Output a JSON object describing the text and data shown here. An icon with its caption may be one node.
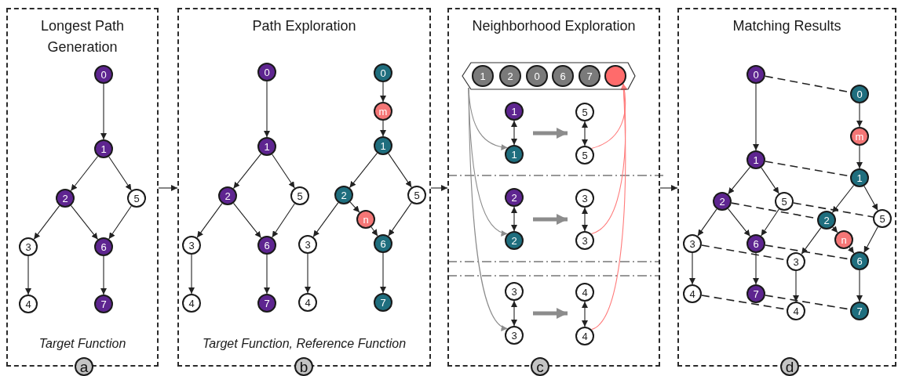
{
  "diagram": {
    "nodes": [
      {
        "text": [
          "Longest Path Generation",
          "Target Function"
        ]
      },
      {
        "text": [
          "0"
        ],
        "in": 0
      },
      {
        "text": [
          "1"
        ],
        "in": 0
      },
      {
        "text": [
          "2"
        ],
        "in": 0
      },
      {
        "text": [
          "5"
        ],
        "in": 0
      },
      {
        "text": [
          "3"
        ],
        "in": 0
      },
      {
        "text": [
          "6"
        ],
        "in": 0
      },
      {
        "text": [
          "4"
        ],
        "in": 0
      },
      {
        "text": [
          "7"
        ],
        "in": 0
      },
      {
        "text": [
          "a"
        ]
      },
      {
        "text": [
          "Path Exploration",
          "Target Function, Reference Function"
        ]
      },
      {
        "text": [
          "0"
        ],
        "in": 10
      },
      {
        "text": [
          "1"
        ],
        "in": 10
      },
      {
        "text": [
          "2"
        ],
        "in": 10
      },
      {
        "text": [
          "5"
        ],
        "in": 10
      },
      {
        "text": [
          "3"
        ],
        "in": 10
      },
      {
        "text": [
          "6"
        ],
        "in": 10
      },
      {
        "text": [
          "4"
        ],
        "in": 10
      },
      {
        "text": [
          "7"
        ],
        "in": 10
      },
      {
        "text": [
          "0"
        ],
        "in": 10
      },
      {
        "text": [
          "m"
        ],
        "in": 10
      },
      {
        "text": [
          "1"
        ],
        "in": 10
      },
      {
        "text": [
          "2"
        ],
        "in": 10
      },
      {
        "text": [
          "5"
        ],
        "in": 10
      },
      {
        "text": [
          "n"
        ],
        "in": 10
      },
      {
        "text": [
          "3"
        ],
        "in": 10
      },
      {
        "text": [
          "6"
        ],
        "in": 10
      },
      {
        "text": [
          "4"
        ],
        "in": 10
      },
      {
        "text": [
          "7"
        ],
        "in": 10
      },
      {
        "text": [
          "b"
        ]
      },
      {
        "text": [
          "Neighborhood Exploration"
        ]
      },
      {
        "text": [],
        "shape": "hexagon",
        "in": 30
      },
      {
        "text": [
          "1"
        ],
        "in": 31
      },
      {
        "text": [
          "2"
        ],
        "in": 31
      },
      {
        "text": [
          "0"
        ],
        "in": 31
      },
      {
        "text": [
          "6"
        ],
        "in": 31
      },
      {
        "text": [
          "7"
        ],
        "in": 31
      },
      {
        "text": [],
        "shape": "circle",
        "in": 31
      },
      {
        "text": [
          "1"
        ],
        "in": 30
      },
      {
        "text": [
          "1"
        ],
        "in": 30
      },
      {
        "text": [
          "5"
        ],
        "in": 30
      },
      {
        "text": [
          "5"
        ],
        "in": 30
      },
      {
        "text": [
          "2"
        ],
        "in": 30
      },
      {
        "text": [
          "2"
        ],
        "in": 30
      },
      {
        "text": [
          "3"
        ],
        "in": 30
      },
      {
        "text": [
          "3"
        ],
        "in": 30
      },
      {
        "text": [
          "3"
        ],
        "in": 30
      },
      {
        "text": [
          "3"
        ],
        "in": 30
      },
      {
        "text": [
          "4"
        ],
        "in": 30
      },
      {
        "text": [
          "4"
        ],
        "in": 30
      },
      {
        "text": [
          "c"
        ]
      },
      {
        "text": [
          "Matching Results"
        ]
      },
      {
        "text": [
          "0"
        ],
        "in": 51
      },
      {
        "text": [
          "1"
        ],
        "in": 51
      },
      {
        "text": [
          "2"
        ],
        "in": 51
      },
      {
        "text": [
          "5"
        ],
        "in": 51
      },
      {
        "text": [
          "3"
        ],
        "in": 51
      },
      {
        "text": [
          "6"
        ],
        "in": 51
      },
      {
        "text": [
          "4"
        ],
        "in": 51
      },
      {
        "text": [
          "7"
        ],
        "in": 51
      },
      {
        "text": [
          "0"
        ],
        "in": 51
      },
      {
        "text": [
          "m"
        ],
        "in": 51
      },
      {
        "text": [
          "1"
        ],
        "in": 51
      },
      {
        "text": [
          "2"
        ],
        "in": 51
      },
      {
        "text": [
          "5"
        ],
        "in": 51
      },
      {
        "text": [
          "n"
        ],
        "in": 51
      },
      {
        "text": [
          "3"
        ],
        "in": 51
      },
      {
        "text": [
          "6"
        ],
        "in": 51
      },
      {
        "text": [
          "4"
        ],
        "in": 51
      },
      {
        "text": [
          "7"
        ],
        "in": 51
      },
      {
        "text": [
          "d"
        ]
      }
    ],
    "edges": [
      {
        "from": 1,
        "to": 2,
        "arrow": "to"
      },
      {
        "from": 2,
        "to": 3,
        "arrow": "to"
      },
      {
        "from": 2,
        "to": 4,
        "arrow": "to"
      },
      {
        "from": 3,
        "to": 5,
        "arrow": "to"
      },
      {
        "from": 3,
        "to": 6,
        "arrow": "to"
      },
      {
        "from": 4,
        "to": 6,
        "arrow": "to"
      },
      {
        "from": 5,
        "to": 7,
        "arrow": "to"
      },
      {
        "from": 6,
        "to": 8,
        "arrow": "to"
      },
      {
        "from": 11,
        "to": 12,
        "arrow": "to"
      },
      {
        "from": 12,
        "to": 13,
        "arrow": "to"
      },
      {
        "from": 12,
        "to": 14,
        "arrow": "to"
      },
      {
        "from": 13,
        "to": 15,
        "arrow": "to"
      },
      {
        "from": 13,
        "to": 16,
        "arrow": "to"
      },
      {
        "from": 14,
        "to": 16,
        "arrow": "to"
      },
      {
        "from": 15,
        "to": 17,
        "arrow": "to"
      },
      {
        "from": 16,
        "to": 18,
        "arrow": "to"
      },
      {
        "from": 19,
        "to": 20,
        "arrow": "to"
      },
      {
        "from": 20,
        "to": 21,
        "arrow": "to"
      },
      {
        "from": 21,
        "to": 22,
        "arrow": "to"
      },
      {
        "from": 21,
        "to": 23,
        "arrow": "to"
      },
      {
        "from": 22,
        "to": 24,
        "arrow": "to"
      },
      {
        "from": 24,
        "to": 26,
        "arrow": "to"
      },
      {
        "from": 23,
        "to": 26,
        "arrow": "to"
      },
      {
        "from": 22,
        "to": 25,
        "arrow": "to"
      },
      {
        "from": 25,
        "to": 27,
        "arrow": "to"
      },
      {
        "from": 26,
        "to": 28,
        "arrow": "to"
      },
      {
        "from": 38,
        "to": 39,
        "arrow": "both"
      },
      {
        "from": 40,
        "to": 41,
        "arrow": "both"
      },
      {
        "from": 42,
        "to": 43,
        "arrow": "both"
      },
      {
        "from": 44,
        "to": 45,
        "arrow": "both"
      },
      {
        "from": 46,
        "to": 47,
        "arrow": "both"
      },
      {
        "from": 48,
        "to": 49,
        "arrow": "both"
      },
      {
        "from": 38,
        "to": 40,
        "arrow": "to",
        "style": "thick",
        "color": "#8c8c8c"
      },
      {
        "from": 42,
        "to": 44,
        "arrow": "to",
        "style": "thick",
        "color": "#8c8c8c"
      },
      {
        "from": 46,
        "to": 48,
        "arrow": "to",
        "style": "thick",
        "color": "#8c8c8c"
      },
      {
        "from": 31,
        "to": 39,
        "arrow": "to",
        "color": "#8c8c8c"
      },
      {
        "from": 31,
        "to": 43,
        "arrow": "to",
        "color": "#8c8c8c"
      },
      {
        "from": 31,
        "to": 47,
        "arrow": "to",
        "color": "#8c8c8c"
      },
      {
        "from": 41,
        "to": 37,
        "arrow": "to",
        "color": "#ff7b7b"
      },
      {
        "from": 45,
        "to": 37,
        "arrow": "to",
        "color": "#ff7b7b"
      },
      {
        "from": 49,
        "to": 37,
        "arrow": "to",
        "color": "#ff7b7b"
      },
      {
        "from": 52,
        "to": 53,
        "arrow": "to"
      },
      {
        "from": 53,
        "to": 54,
        "arrow": "to"
      },
      {
        "from": 53,
        "to": 55,
        "arrow": "to"
      },
      {
        "from": 54,
        "to": 56,
        "arrow": "to"
      },
      {
        "from": 54,
        "to": 57,
        "arrow": "to"
      },
      {
        "from": 55,
        "to": 57,
        "arrow": "to"
      },
      {
        "from": 56,
        "to": 58,
        "arrow": "to"
      },
      {
        "from": 57,
        "to": 59,
        "arrow": "to"
      },
      {
        "from": 60,
        "to": 61,
        "arrow": "to"
      },
      {
        "from": 61,
        "to": 62,
        "arrow": "to"
      },
      {
        "from": 62,
        "to": 63,
        "arrow": "to"
      },
      {
        "from": 62,
        "to": 64,
        "arrow": "to"
      },
      {
        "from": 63,
        "to": 65,
        "arrow": "to"
      },
      {
        "from": 65,
        "to": 67,
        "arrow": "to"
      },
      {
        "from": 64,
        "to": 67,
        "arrow": "to"
      },
      {
        "from": 63,
        "to": 66,
        "arrow": "to"
      },
      {
        "from": 66,
        "to": 68,
        "arrow": "to"
      },
      {
        "from": 67,
        "to": 69,
        "arrow": "to"
      },
      {
        "from": 52,
        "to": 60,
        "arrow": "none",
        "style": "dashed"
      },
      {
        "from": 53,
        "to": 62,
        "arrow": "none",
        "style": "dashed"
      },
      {
        "from": 54,
        "to": 63,
        "arrow": "none",
        "style": "dashed"
      },
      {
        "from": 55,
        "to": 64,
        "arrow": "none",
        "style": "dashed"
      },
      {
        "from": 56,
        "to": 66,
        "arrow": "none",
        "style": "dashed"
      },
      {
        "from": 57,
        "to": 67,
        "arrow": "none",
        "style": "dashed"
      },
      {
        "from": 58,
        "to": 68,
        "arrow": "none",
        "style": "dashed"
      },
      {
        "from": 59,
        "to": 69,
        "arrow": "none",
        "style": "dashed"
      },
      {
        "from": 0,
        "to": 10,
        "arrow": "to"
      },
      {
        "from": 10,
        "to": 30,
        "arrow": "to"
      },
      {
        "from": 30,
        "to": 51,
        "arrow": "to"
      }
    ]
  }
}
